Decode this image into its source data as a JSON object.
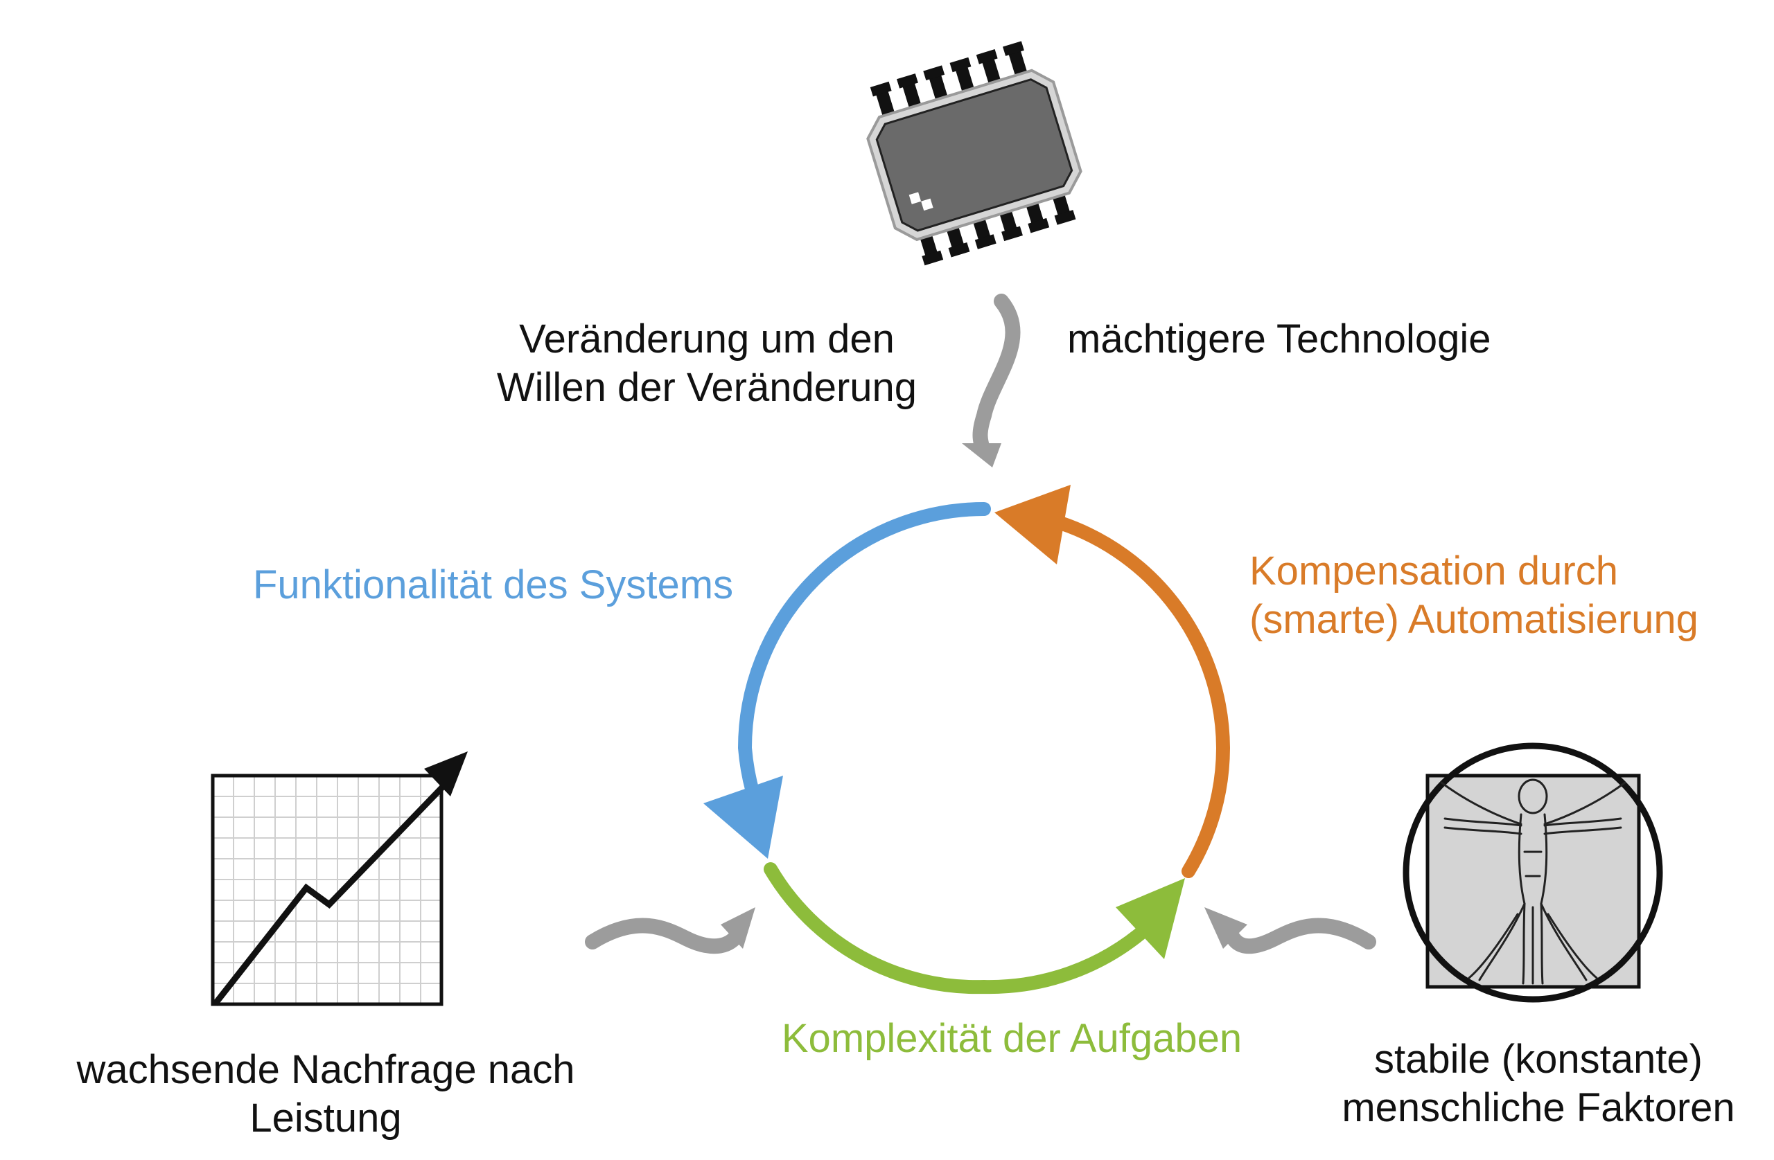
{
  "labels": {
    "change_for_change": [
      "Veränderung um den",
      "Willen der Veränderung"
    ],
    "more_powerful_tech": "mächtigere Technologie",
    "system_functionality": "Funktionalität des Systems",
    "compensation": [
      "Kompensation durch",
      "(smarte) Automatisierung"
    ],
    "task_complexity": "Komplexität der Aufgaben",
    "growing_demand": [
      "wachsende Nachfrage nach",
      "Leistung"
    ],
    "stable_human_factors": [
      "stabile (konstante)",
      "menschliche Faktoren"
    ]
  },
  "colors": {
    "blue": "#5b9fdc",
    "orange": "#d97b28",
    "green": "#8dbc3b",
    "gray_arrow": "#9c9c9c",
    "text": "#111111"
  },
  "icons": {
    "top": "microchip-icon",
    "left": "growth-chart-icon",
    "right": "vitruvian-man-icon"
  }
}
